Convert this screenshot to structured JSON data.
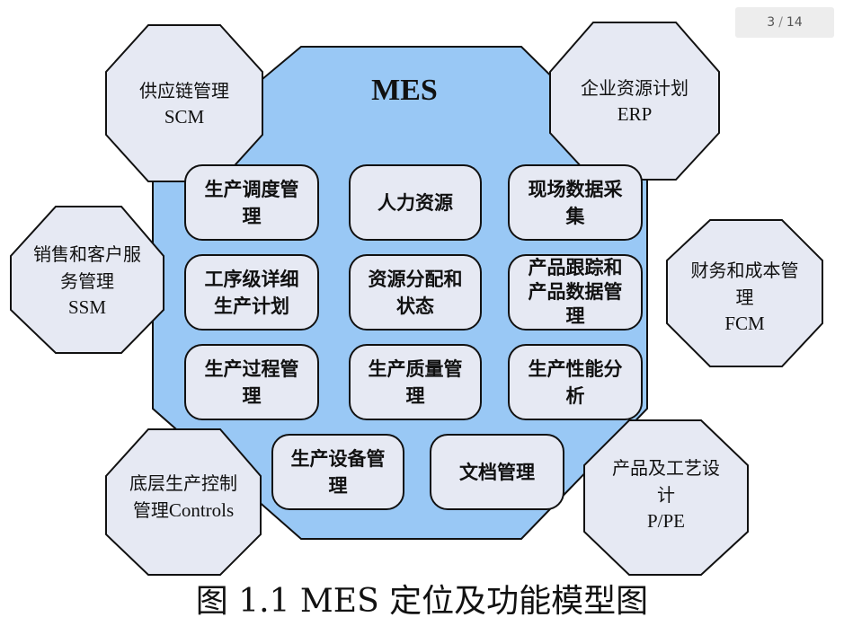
{
  "viewer": {
    "page_current": "3",
    "page_separator": "/",
    "page_total": "14"
  },
  "diagram": {
    "center_title": "MES",
    "modules": [
      {
        "lines": [
          "生产调度管",
          "理"
        ]
      },
      {
        "lines": [
          "人力资源"
        ]
      },
      {
        "lines": [
          "现场数据采",
          "集"
        ]
      },
      {
        "lines": [
          "工序级详细",
          "生产计划"
        ]
      },
      {
        "lines": [
          "资源分配和",
          "状态"
        ]
      },
      {
        "lines": [
          "产品跟踪和",
          "产品数据管",
          "理"
        ]
      },
      {
        "lines": [
          "生产过程管",
          "理"
        ]
      },
      {
        "lines": [
          "生产质量管",
          "理"
        ]
      },
      {
        "lines": [
          "生产性能分",
          "析"
        ]
      },
      {
        "lines": [
          "生产设备管",
          "理"
        ]
      },
      {
        "lines": [
          "文档管理"
        ]
      }
    ],
    "external_systems": [
      {
        "lines": [
          "供应链管理"
        ],
        "abbr": "SCM"
      },
      {
        "lines": [
          "企业资源计划"
        ],
        "abbr": "ERP"
      },
      {
        "lines": [
          "销售和客户服",
          "务管理"
        ],
        "abbr": "SSM"
      },
      {
        "lines": [
          "财务和成本管",
          "理"
        ],
        "abbr": "FCM"
      },
      {
        "lines": [
          "底层生产控制",
          "管理"
        ],
        "abbr": "Controls"
      },
      {
        "lines": [
          "产品及工艺设",
          "计"
        ],
        "abbr": "P/PE"
      }
    ],
    "colors": {
      "mes_fill": "#99c8f5",
      "module_fill": "#e6e9f3",
      "external_fill": "#e6e9f3",
      "stroke": "#111111"
    }
  },
  "caption": "图 1.1 MES 定位及功能模型图"
}
